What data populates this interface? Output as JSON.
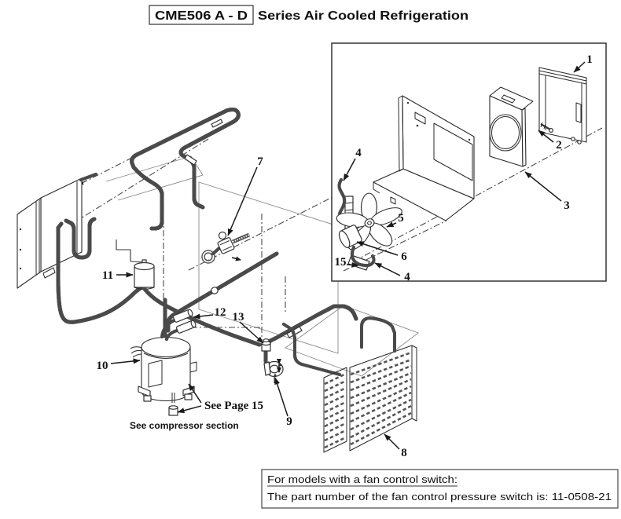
{
  "title": {
    "boxed": "CME506 A - D",
    "rest": "Series Air Cooled Refrigeration"
  },
  "callouts": [
    {
      "label": "1"
    },
    {
      "label": "2"
    },
    {
      "label": "3"
    },
    {
      "label": "4"
    },
    {
      "label": "5"
    },
    {
      "label": "6"
    },
    {
      "label": "15"
    },
    {
      "label": "4"
    },
    {
      "label": "7"
    },
    {
      "label": "11"
    },
    {
      "label": "10"
    },
    {
      "label": "12"
    },
    {
      "label": "13"
    },
    {
      "label": "9"
    },
    {
      "label": "8"
    }
  ],
  "notes": {
    "see_page": "See Page 15",
    "see_compressor": "See compressor section",
    "fan_switch_heading": "For models with a fan control switch:",
    "fan_switch_body": "The part number of the fan control pressure switch is: 11-0508-21"
  }
}
